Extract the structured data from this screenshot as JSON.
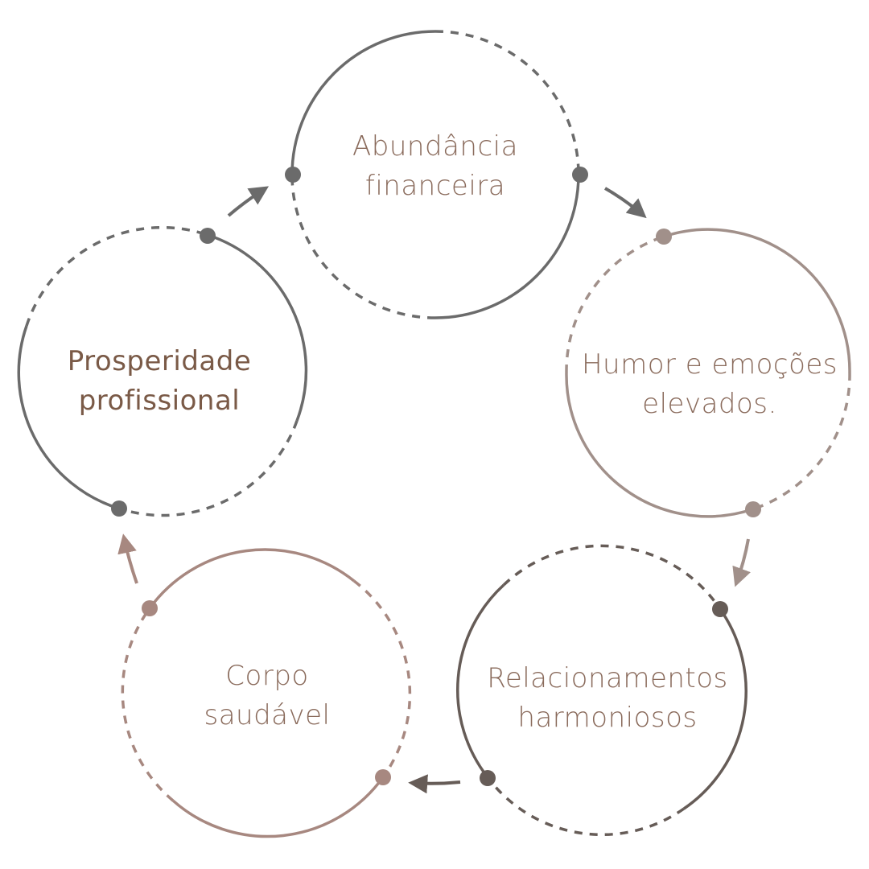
{
  "colors": {
    "dark": "#6b6b6b",
    "darker": "#665c57",
    "taupe": "#a1908a",
    "rose": "#a78880",
    "text_light": "#8a6b5c",
    "text_bold": "#7a5a47"
  },
  "nodes": [
    {
      "id": "abundancia",
      "lines": [
        "Abundância",
        "financeira"
      ]
    },
    {
      "id": "humor",
      "lines": [
        "Humor e emoções",
        "elevados."
      ]
    },
    {
      "id": "relacionamentos",
      "lines": [
        "Relacionamentos",
        "harmoniosos"
      ]
    },
    {
      "id": "corpo",
      "lines": [
        "Corpo",
        "saudável"
      ]
    },
    {
      "id": "prosperidade",
      "lines": [
        "Prosperidade",
        "profissional"
      ]
    }
  ]
}
